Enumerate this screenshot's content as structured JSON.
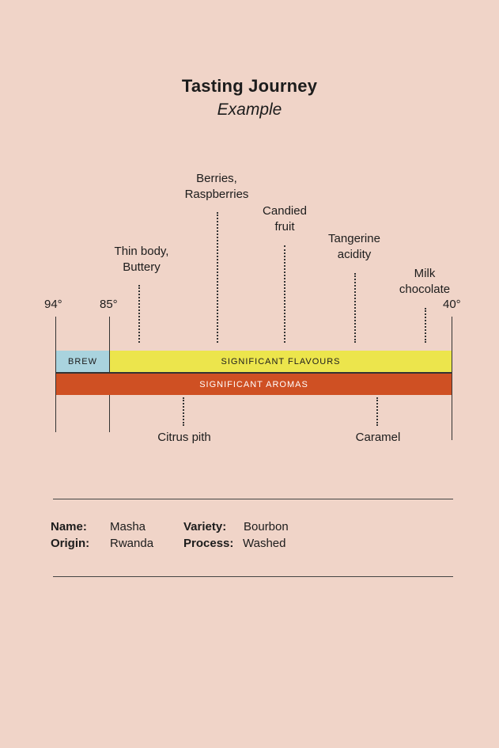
{
  "header": {
    "title": "Tasting Journey",
    "subtitle": "Example"
  },
  "temperatures": {
    "start": "94°",
    "brew_end": "85°",
    "end": "40°"
  },
  "bars": {
    "brew": "BREW",
    "flavours": "SIGNIFICANT FLAVOURS",
    "aromas": "SIGNIFICANT AROMAS"
  },
  "flavour_notes": [
    {
      "line1": "Thin body,",
      "line2": "Buttery"
    },
    {
      "line1": "Berries,",
      "line2": "Raspberries"
    },
    {
      "line1": "Candied",
      "line2": "fruit"
    },
    {
      "line1": "Tangerine",
      "line2": "acidity"
    },
    {
      "line1": "Milk",
      "line2": "chocolate"
    }
  ],
  "aroma_notes": [
    {
      "label": "Citrus pith"
    },
    {
      "label": "Caramel"
    }
  ],
  "info": {
    "name_label": "Name:",
    "name_value": "Masha",
    "origin_label": "Origin:",
    "origin_value": "Rwanda",
    "variety_label": "Variety:",
    "variety_value": "Bourbon",
    "process_label": "Process:",
    "process_value": "Washed"
  },
  "colors": {
    "background": "#f0d4c8",
    "brew": "#a9d3de",
    "flavours": "#ece54c",
    "aromas": "#cf5023"
  }
}
